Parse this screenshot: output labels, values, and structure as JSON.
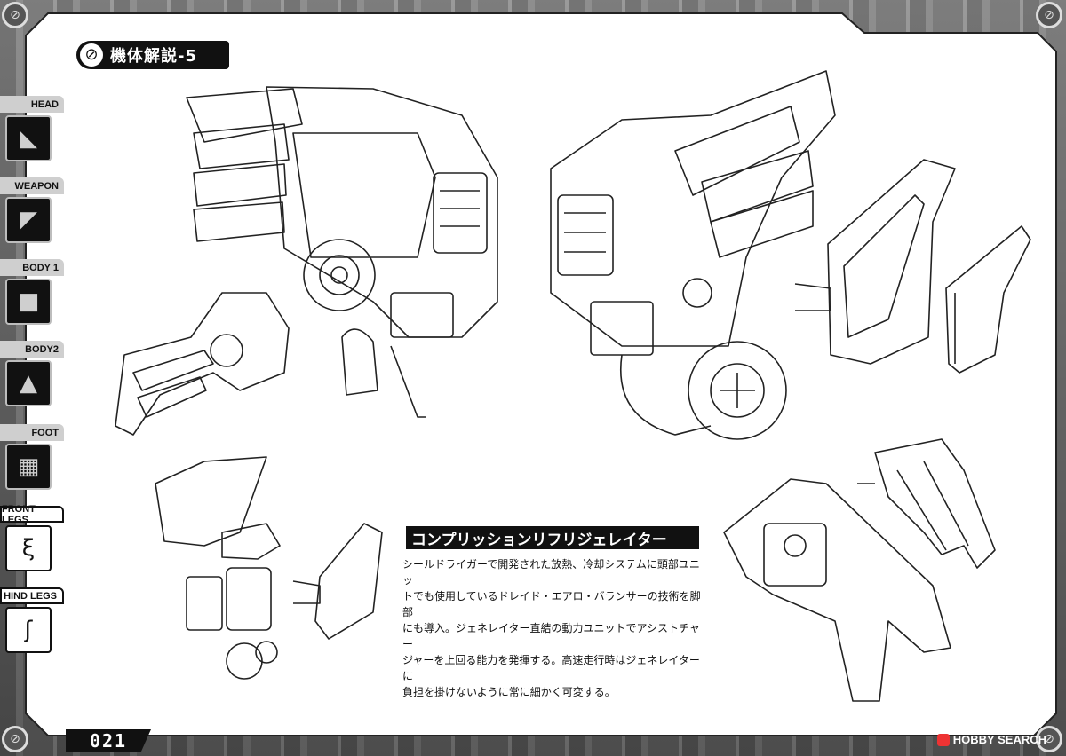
{
  "section_title": "機体解説-5",
  "nav": [
    {
      "label": "HEAD",
      "icon": "head-icon",
      "active": false
    },
    {
      "label": "WEAPON",
      "icon": "weapon-icon",
      "active": false
    },
    {
      "label": "BODY 1",
      "icon": "body1-icon",
      "active": false
    },
    {
      "label": "BODY2",
      "icon": "body2-icon",
      "active": false
    },
    {
      "label": "FOOT",
      "icon": "foot-icon",
      "active": false
    },
    {
      "label": "FRONT LEGS",
      "icon": "front-legs-icon",
      "active": true
    },
    {
      "label": "HIND LEGS",
      "icon": "hind-legs-icon",
      "active": false
    }
  ],
  "callout": {
    "title": "コンプリッションリフリジェレイター",
    "body_lines": [
      "シールドライガーで開発された放熱、冷却システムに頭部ユニッ",
      "トでも使用しているドレイド・エアロ・バランサーの技術を脚部",
      "にも導入。ジェネレイター直結の動力ユニットでアシストチャー",
      "ジャーを上回る能力を発揮する。高速走行時はジェネレイターに",
      "負担を掛けないように常に細かく可変する。"
    ]
  },
  "page_number": "021",
  "watermark": "HOBBY SEARCH",
  "colors": {
    "frame": "#6d6d6d",
    "ink": "#111111",
    "panel": "#ffffff",
    "watermark_logo": "#e33333"
  }
}
